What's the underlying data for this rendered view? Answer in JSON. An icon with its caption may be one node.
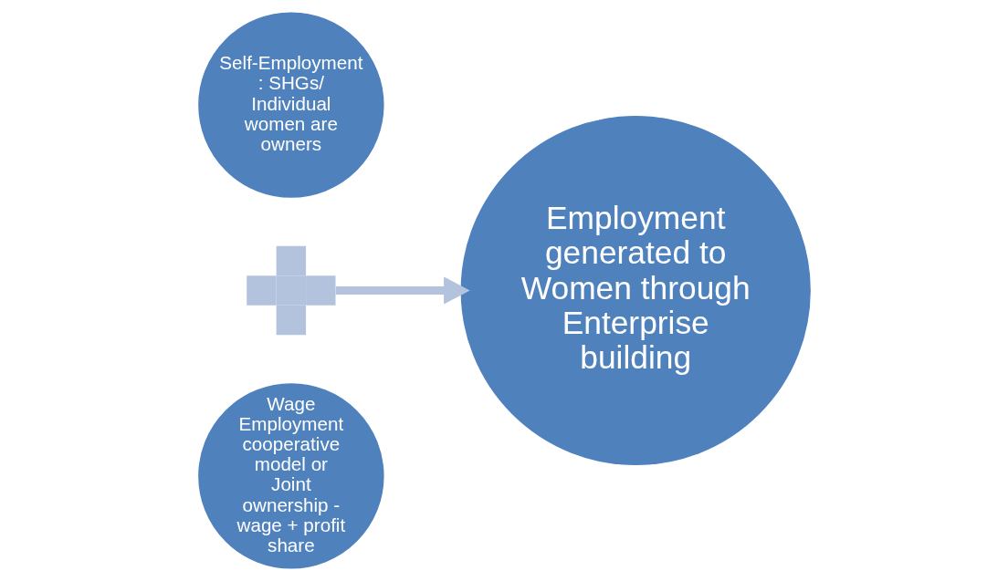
{
  "diagram": {
    "nodes": [
      {
        "text": [
          "Self-Employment : SHGs/ Individual women are owners"
        ]
      },
      {
        "text": [
          "Wage Employment cooperative model or Joint ownership - wage + profit share"
        ]
      },
      {
        "text": [],
        "shape": "cross"
      },
      {
        "text": [
          "Employment generated to Women through Enterprise  building"
        ]
      }
    ],
    "edges": [
      {
        "from": 2,
        "to": 3,
        "arrow": "to",
        "color": "#b3c3de"
      }
    ]
  }
}
